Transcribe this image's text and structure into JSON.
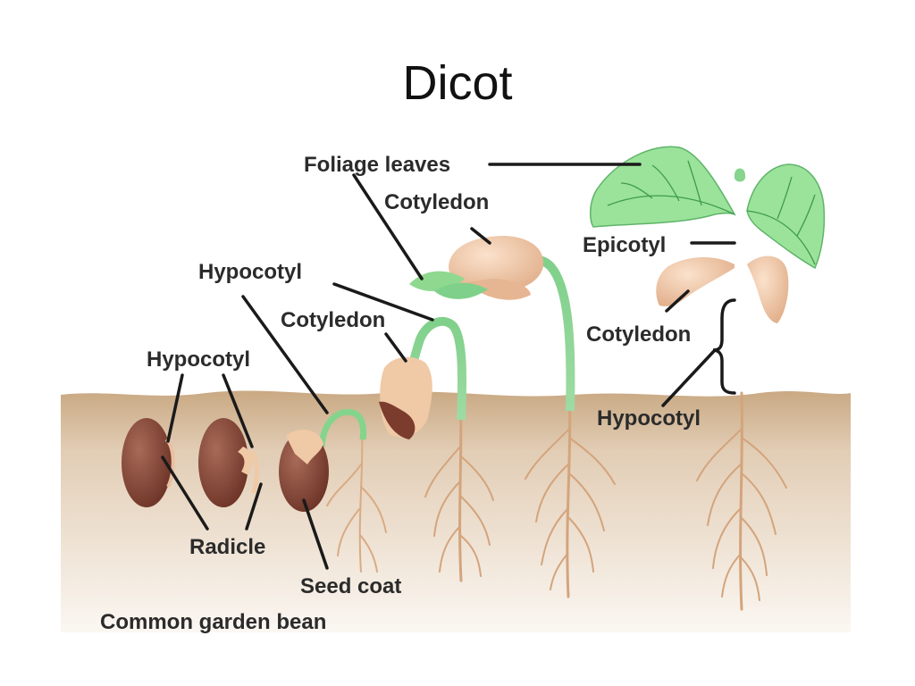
{
  "title": "Dicot",
  "labels": {
    "foliage_leaves": "Foliage leaves",
    "cotyledon_top": "Cotyledon",
    "epicotyl": "Epicotyl",
    "hypocotyl_mid": "Hypocotyl",
    "cotyledon_mid": "Cotyledon",
    "cotyledon_right": "Cotyledon",
    "hypocotyl_left": "Hypocotyl",
    "hypocotyl_right": "Hypocotyl",
    "radicle": "Radicle",
    "seed_coat": "Seed coat",
    "caption": "Common garden bean"
  },
  "colors": {
    "soil": "#d3b694",
    "soil_light": "#f4ece2",
    "seed": "#8a4c3c",
    "cotyledon": "#f0c9a6",
    "stem_green": "#7fd08a",
    "leaf": "#9be39a",
    "root": "#d4a47c"
  }
}
